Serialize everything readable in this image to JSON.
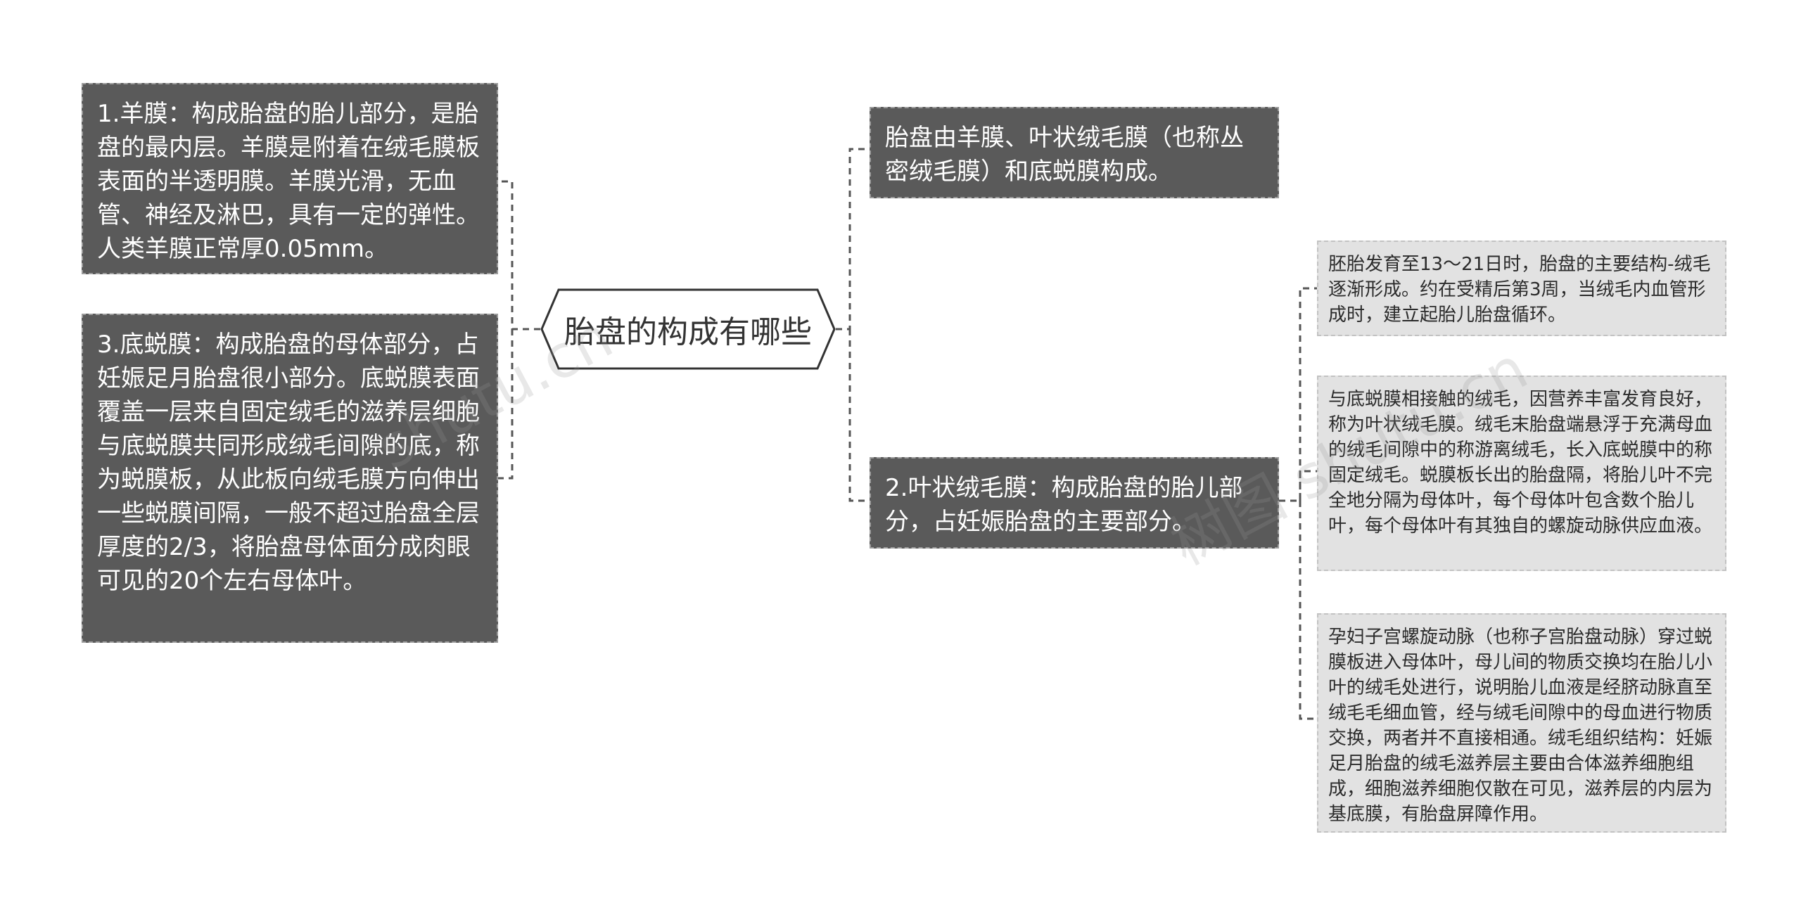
{
  "root": {
    "title": "胎盘的构成有哪些"
  },
  "left_branches": [
    {
      "text": "1.羊膜：构成胎盘的胎儿部分，是胎盘的最内层。羊膜是附着在绒毛膜板表面的半透明膜。羊膜光滑，无血管、神经及淋巴，具有一定的弹性。人类羊膜正常厚0.05mm。"
    },
    {
      "text": "3.底蜕膜：构成胎盘的母体部分，占妊娠足月胎盘很小部分。底蜕膜表面覆盖一层来自固定绒毛的滋养层细胞与底蜕膜共同形成绒毛间隙的底，称为蜕膜板，从此板向绒毛膜方向伸出一些蜕膜间隔，一般不超过胎盘全层厚度的2/3，将胎盘母体面分成肉眼可见的20个左右母体叶。"
    }
  ],
  "right_branches": [
    {
      "text": "胎盘由羊膜、叶状绒毛膜（也称丛密绒毛膜）和底蜕膜构成。"
    },
    {
      "text": "2.叶状绒毛膜：构成胎盘的胎儿部分，占妊娠胎盘的主要部分。",
      "children": [
        {
          "text": "胚胎发育至13～21日时，胎盘的主要结构-绒毛逐渐形成。约在受精后第3周，当绒毛内血管形成时，建立起胎儿胎盘循环。"
        },
        {
          "text": "与底蜕膜相接触的绒毛，因营养丰富发育良好，称为叶状绒毛膜。绒毛末胎盘端悬浮于充满母血的绒毛间隙中的称游离绒毛，长入底蜕膜中的称固定绒毛。蜕膜板长出的胎盘隔，将胎儿叶不完全地分隔为母体叶，每个母体叶包含数个胎儿叶，每个母体叶有其独自的螺旋动脉供应血液。"
        },
        {
          "text": "孕妇子宫螺旋动脉（也称子宫胎盘动脉）穿过蜕膜板进入母体叶，母儿间的物质交换均在胎儿小叶的绒毛处进行，说明胎儿血液是经脐动脉直至绒毛毛细血管，经与绒毛间隙中的母血进行物质交换，两者并不直接相通。绒毛组织结构：妊娠足月胎盘的绒毛滋养层主要由合体滋养细胞组成，细胞滋养细胞仅散在可见，滋养层的内层为基底膜，有胎盘屏障作用。"
        }
      ]
    }
  ],
  "watermarks": [
    "shutu.cn",
    "树图 shutu.cn"
  ],
  "colors": {
    "dark_node_bg": "#5a5a5a",
    "light_node_bg": "#e2e2e2",
    "connector": "#555555"
  }
}
